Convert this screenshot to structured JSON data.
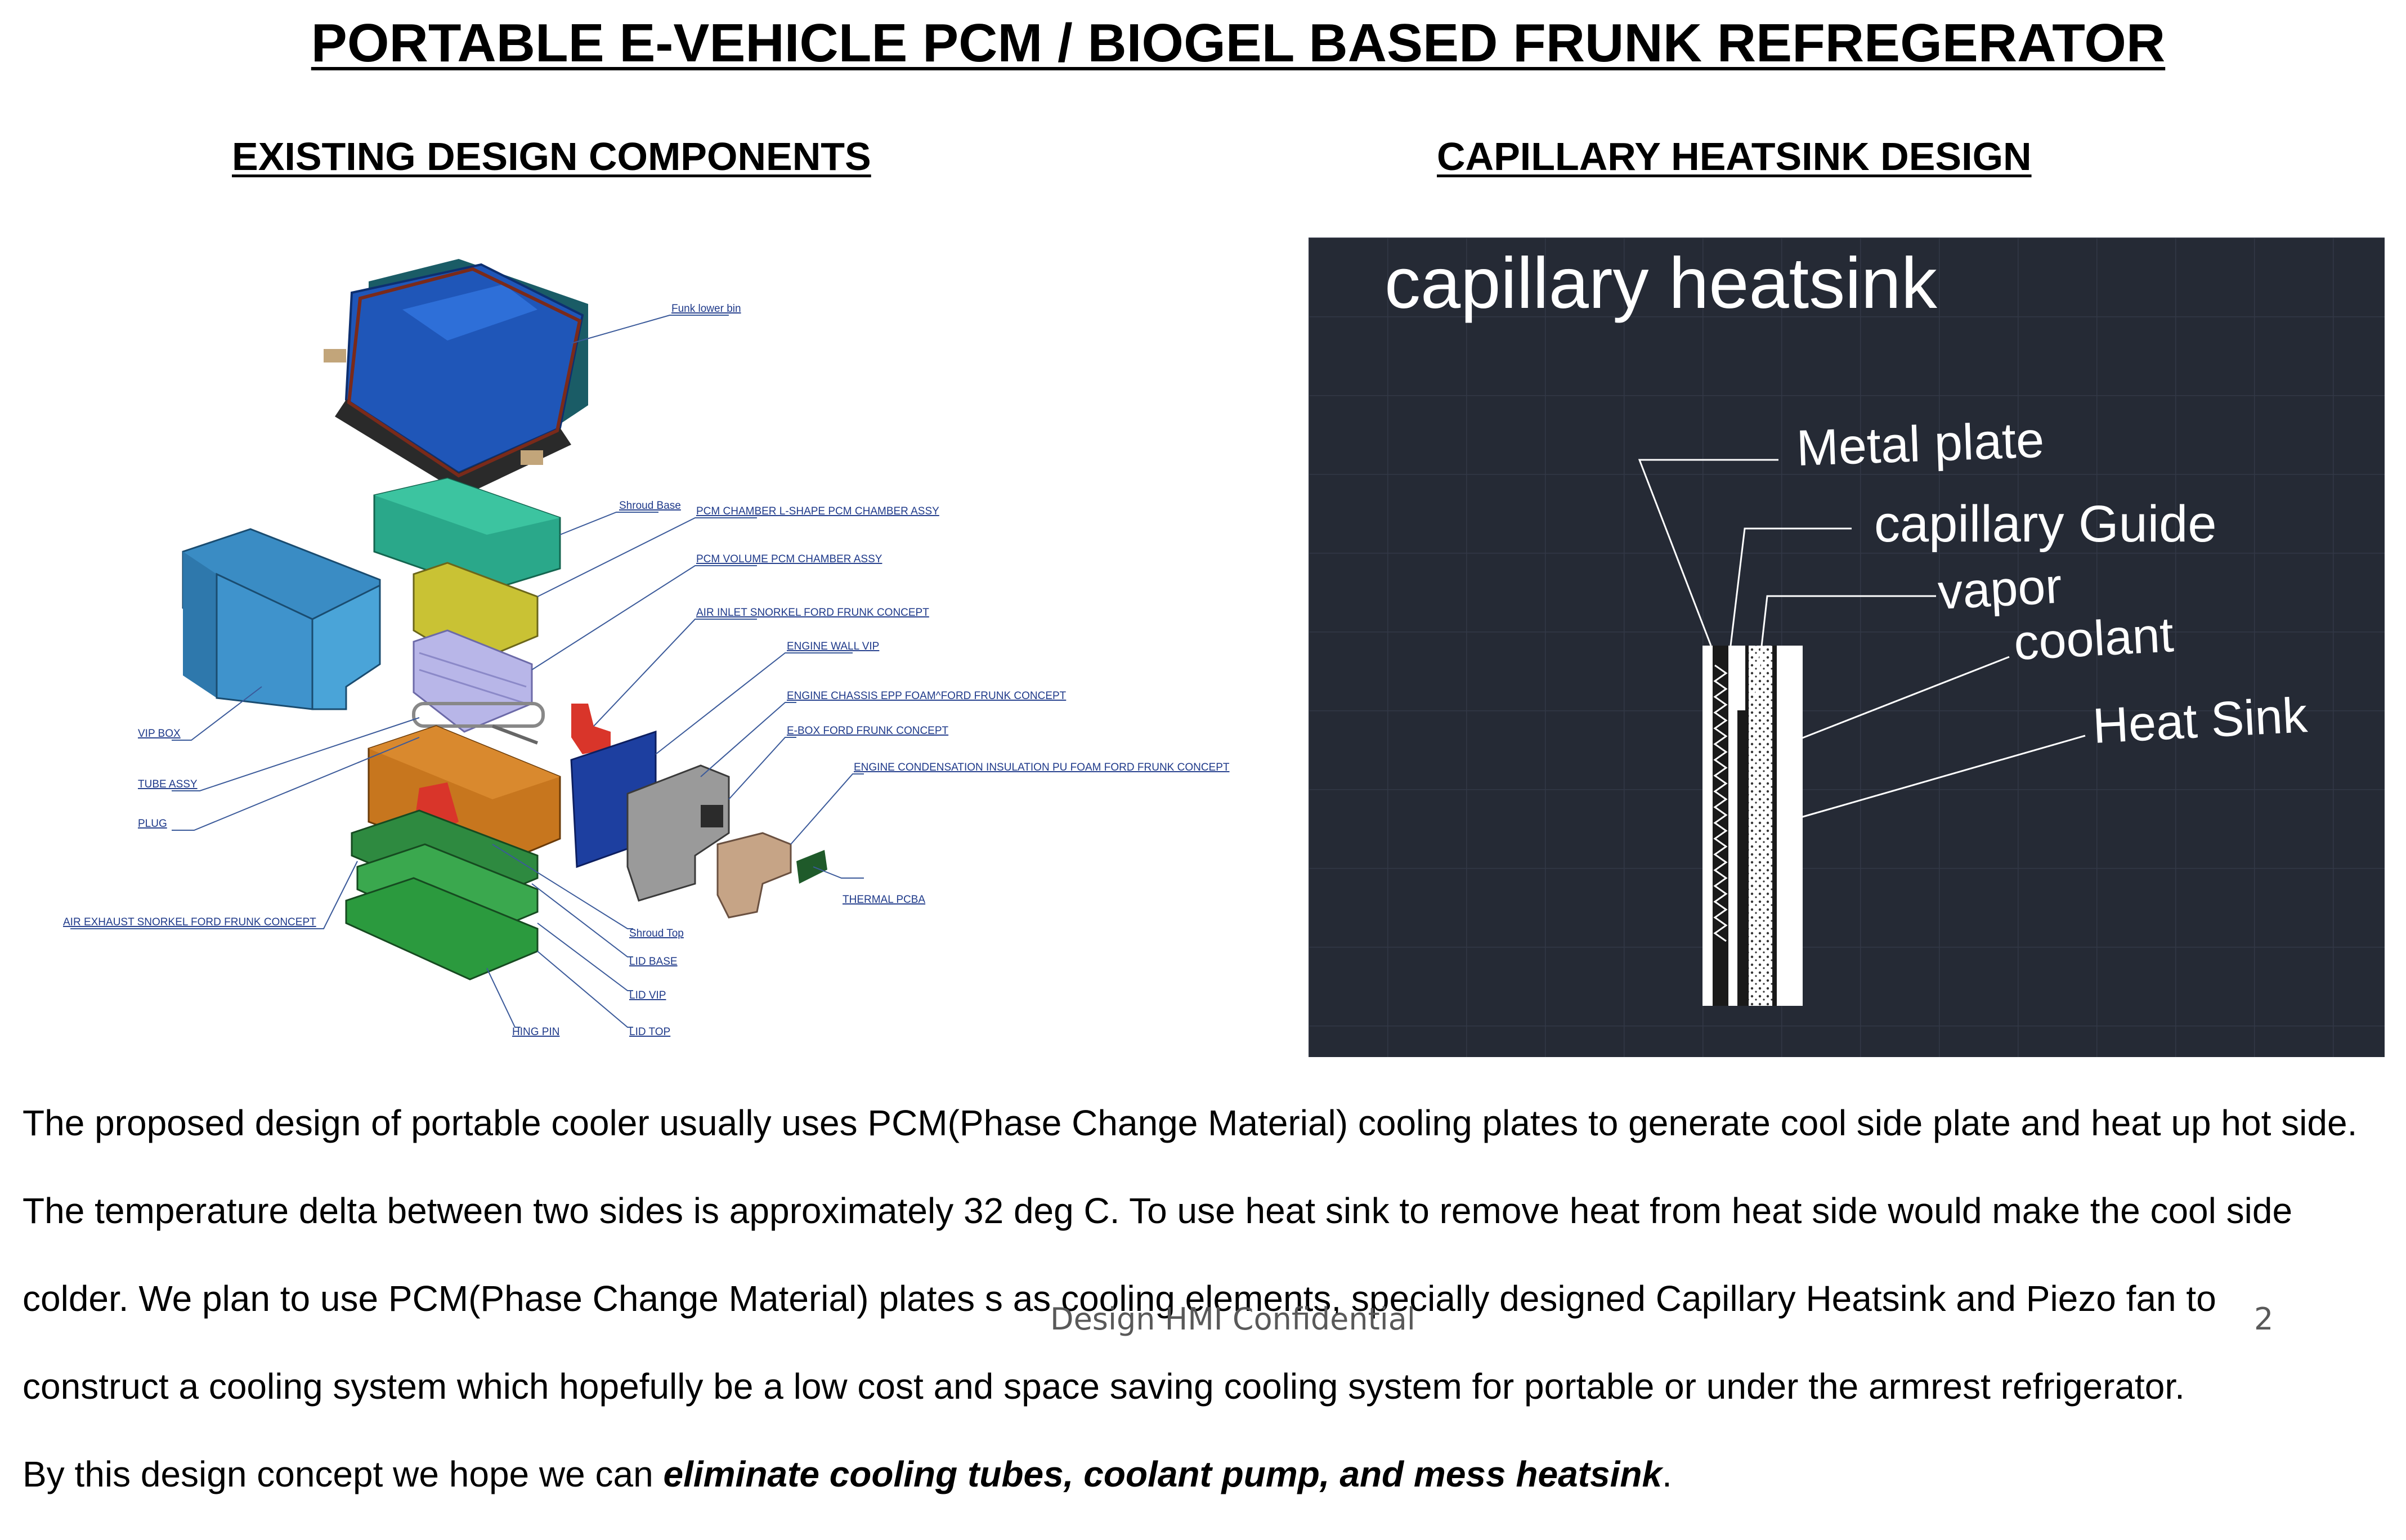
{
  "title": "PORTABLE E-VEHICLE PCM / BIOGEL BASED FRUNK REFREGERATOR",
  "left_heading": "EXISTING DESIGN COMPONENTS",
  "right_heading": "CAPILLARY HEATSINK DESIGN",
  "exploded_labels": {
    "frunk_lower_bin": "Funk lower bin",
    "shroud_base": "Shroud Base",
    "pcm_chamber": "PCM CHAMBER L-SHAPE PCM CHAMBER ASSY",
    "pcm_volume": "PCM VOLUME PCM CHAMBER ASSY",
    "air_inlet": "AIR INLET SNORKEL FORD FRUNK CONCEPT",
    "engine_wall_vip": "ENGINE WALL VIP",
    "engine_chassis": "ENGINE CHASSIS EPP FOAM^FORD FRUNK CONCEPT",
    "ebox": "E-BOX FORD FRUNK CONCEPT",
    "engine_condensation": "ENGINE CONDENSATION INSULATION PU FOAM FORD FRUNK CONCEPT",
    "vip_box": "VIP BOX",
    "tube_assy": "TUBE ASSY",
    "plug": "PLUG",
    "thermal_pcba": "THERMAL PCBA",
    "air_exhaust": "AIR EXHAUST SNORKEL FORD FRUNK CONCEPT",
    "shroud_top": "Shroud Top",
    "lid_base": "LID BASE",
    "lid_vip": "LID VIP",
    "lid_top": "LID TOP",
    "hing_pin": "HING PIN"
  },
  "capillary": {
    "heading": "capillary heatsink",
    "metal_plate": "Metal plate",
    "capillary_guide": "capillary Guide",
    "vapor": "vapor",
    "coolant": "coolant",
    "heat_sink": "Heat Sink"
  },
  "paragraph_lines": [
    "The proposed design of portable cooler usually uses PCM(Phase Change  Material) cooling plates to generate cool side plate and heat up hot side.",
    "The temperature delta between two sides is approximately 32 deg C. To use heat sink to remove heat from heat side would make the cool side",
    "colder. We plan to use PCM(Phase Change  Material) plates s as cooling elements, specially designed Capillary Heatsink and Piezo fan to",
    "construct a cooling system which hopefully be a low cost and space saving cooling system for portable or under the armrest refrigerator."
  ],
  "last_line_prefix": "By this design concept we hope we can ",
  "last_line_emphasis": "eliminate cooling tubes, coolant pump, and mess heatsink",
  "last_line_suffix": ".",
  "footer": "Design HMI Confidential",
  "page_number": "2"
}
